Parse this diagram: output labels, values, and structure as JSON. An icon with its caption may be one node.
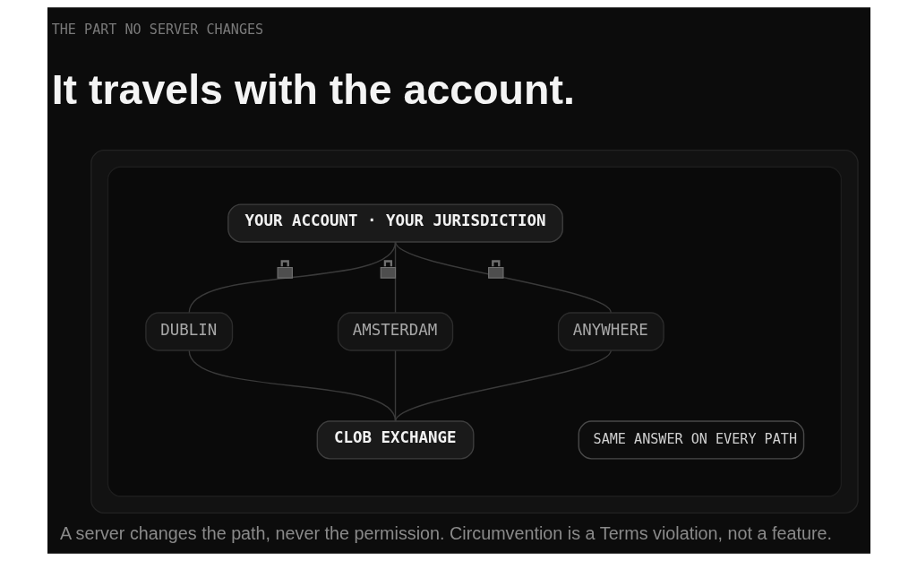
{
  "diagram": {
    "title": "It travels with the account.",
    "caption": "A server changes the path, never the permission. Circumvention is a Terms violation, not a feature.",
    "nodes": [
      {
        "text": [],
        "shape": "box"
      },
      {
        "text": [],
        "shape": "box",
        "in": 0
      },
      {
        "text": [
          "YOUR ACCOUNT · YOUR JURISDICTION"
        ],
        "in": 1
      },
      {
        "text": [
          "DUBLIN"
        ],
        "in": 1
      },
      {
        "text": [
          "AMSTERDAM"
        ],
        "in": 1
      },
      {
        "text": [
          "ANYWHERE"
        ],
        "in": 1
      },
      {
        "text": [
          "CLOB EXCHANGE"
        ],
        "in": 1
      },
      {
        "text": [
          "SAME ANSWER ON EVERY PATH"
        ],
        "in": 1
      }
    ],
    "edges": [
      {
        "from": 2,
        "to": 3,
        "arrow": "none"
      },
      {
        "from": 2,
        "to": 4,
        "arrow": "none"
      },
      {
        "from": 2,
        "to": 5,
        "arrow": "none"
      },
      {
        "from": 3,
        "to": 6,
        "arrow": "none"
      },
      {
        "from": 4,
        "to": 6,
        "arrow": "none"
      },
      {
        "from": 5,
        "to": 6,
        "arrow": "none"
      }
    ],
    "labels": [
      "THE PART NO SERVER CHANGES"
    ]
  }
}
